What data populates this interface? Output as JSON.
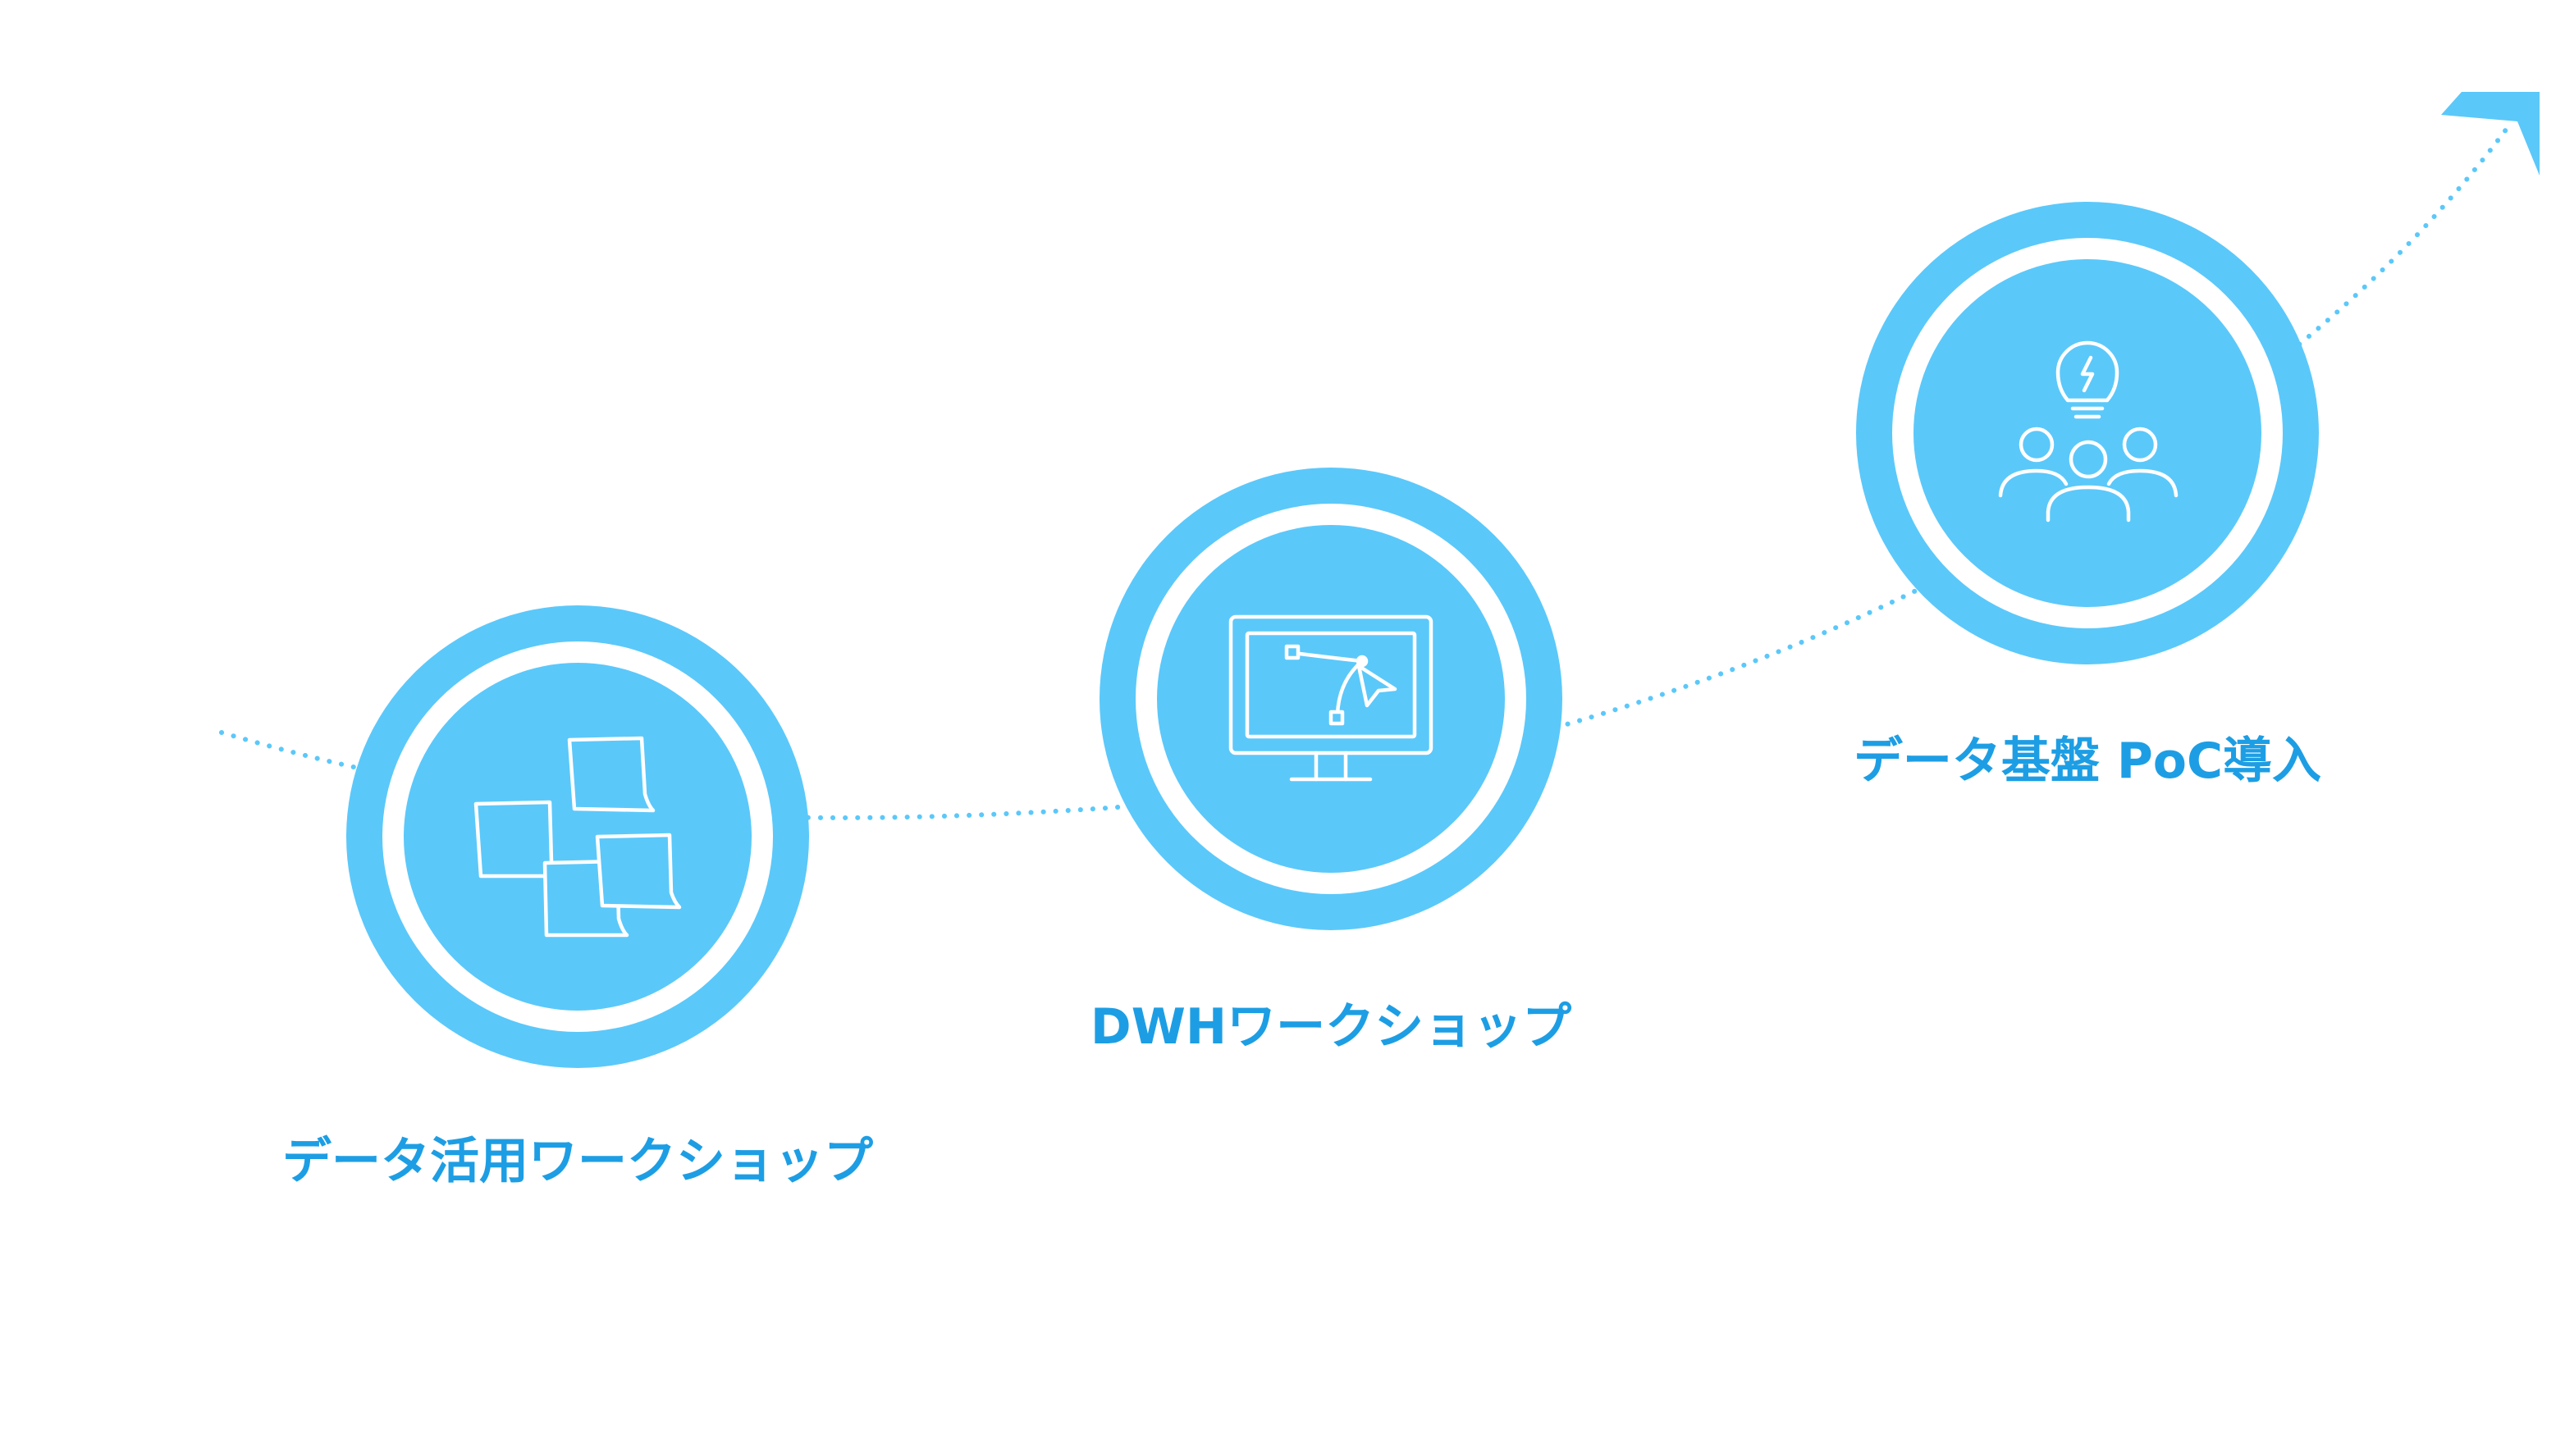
{
  "colors": {
    "accent": "#5bc8fa",
    "label": "#1d9ee4",
    "path": "#5bc8fa",
    "icon_stroke": "#ffffff",
    "background": "#ffffff"
  },
  "steps": [
    {
      "label": "データ活用ワークショップ",
      "icon": "sticky-notes-icon"
    },
    {
      "label": "DWHワークショップ",
      "icon": "monitor-vector-design-icon"
    },
    {
      "label": "データ基盤 PoC導入",
      "icon": "lightbulb-team-icon"
    }
  ],
  "path": {
    "style": "dotted",
    "end_marker": "arrowhead-icon"
  }
}
